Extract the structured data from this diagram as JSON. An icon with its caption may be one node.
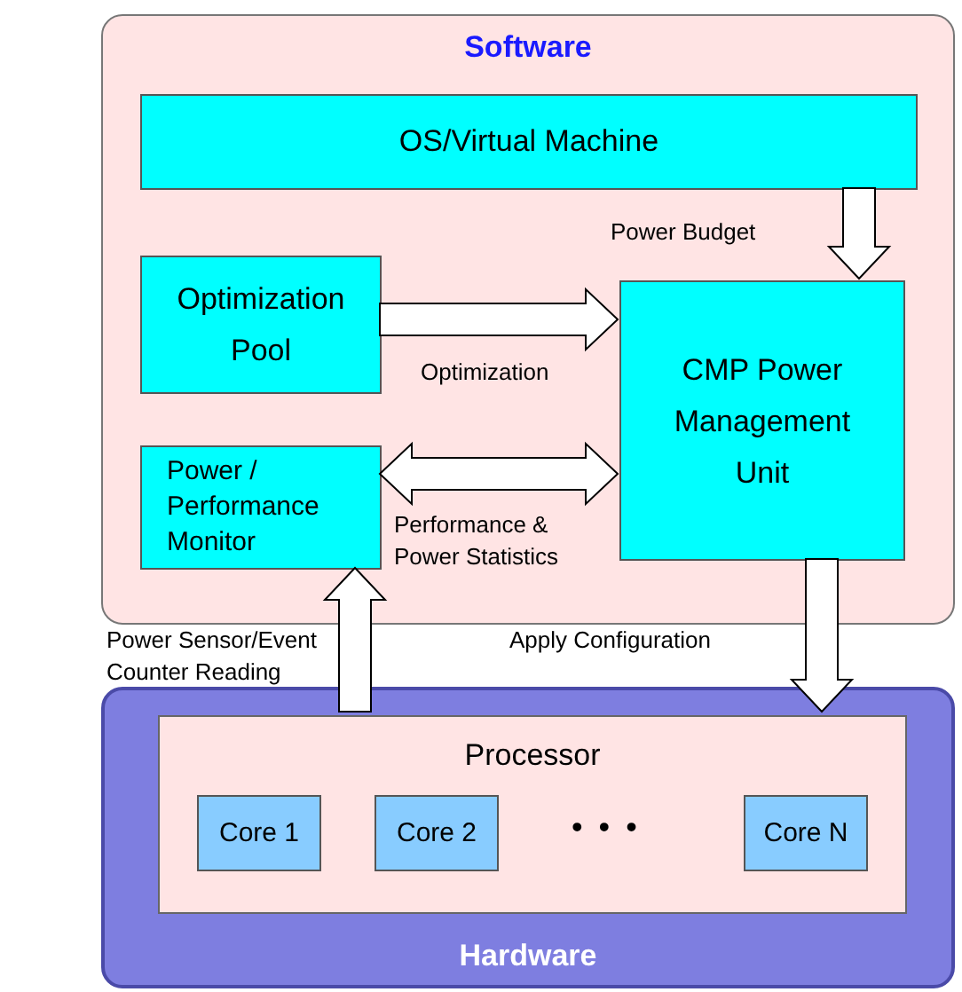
{
  "diagram": {
    "nodes": [
      {
        "text": [
          "Software"
        ]
      },
      {
        "text": [
          "OS/Virtual Machine"
        ],
        "in": 0
      },
      {
        "text": [
          "Optimization Pool"
        ],
        "in": 0
      },
      {
        "text": [
          "Power / Performance Monitor"
        ],
        "in": 0
      },
      {
        "text": [
          "CMP Power Management Unit"
        ],
        "in": 0
      },
      {
        "text": [
          "Hardware"
        ]
      },
      {
        "text": [
          "Processor"
        ],
        "in": 5
      },
      {
        "text": [
          "Core 1"
        ],
        "in": 6
      },
      {
        "text": [
          "Core 2"
        ],
        "in": 6
      },
      {
        "text": [
          "Core N"
        ],
        "in": 6
      }
    ],
    "edges": [
      {
        "from": 1,
        "to": 4,
        "arrow": "to",
        "label": "Power Budget"
      },
      {
        "from": 2,
        "to": 4,
        "arrow": "to",
        "label": "Optimization"
      },
      {
        "from": 3,
        "to": 4,
        "arrow": "both",
        "label": "Performance & Power Statistics"
      },
      {
        "from": 6,
        "to": 3,
        "arrow": "to",
        "label": "Power Sensor/Event Counter Reading"
      },
      {
        "from": 4,
        "to": 6,
        "arrow": "to",
        "label": "Apply Configuration"
      }
    ],
    "labels": [
      "• • •"
    ]
  }
}
